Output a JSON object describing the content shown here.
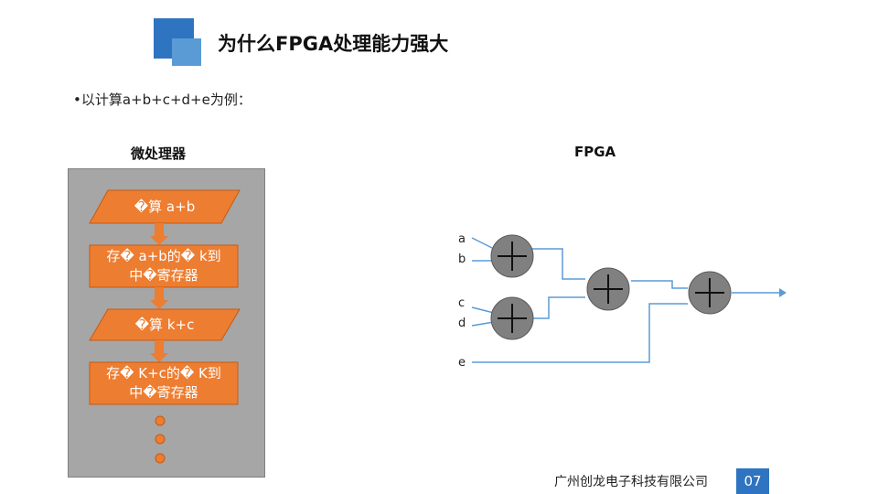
{
  "header": {
    "title": "为什么FPGA处理能力强大"
  },
  "intro": {
    "bullet_text": "•以计算a+b+c+d+e为例："
  },
  "microprocessor": {
    "title": "微处理器",
    "steps": [
      {
        "type": "parallelogram",
        "lines": [
          "�算 a+b"
        ]
      },
      {
        "type": "rect",
        "lines": [
          "存� a+b的� k到",
          "中�寄存器"
        ]
      },
      {
        "type": "parallelogram",
        "lines": [
          "�算 k+c"
        ]
      },
      {
        "type": "rect",
        "lines": [
          "存� K+c的� K到",
          "中�寄存器"
        ]
      }
    ],
    "continuation_dots": 3
  },
  "fpga": {
    "title": "FPGA",
    "inputs": [
      "a",
      "b",
      "c",
      "d",
      "e"
    ],
    "adder_symbol": "+"
  },
  "footer": {
    "company": "广州创龙电子科技有限公司",
    "page_number": "07"
  },
  "colors": {
    "accent_blue": "#2f74c0",
    "light_blue": "#5b9bd5",
    "orange": "#ed7d31",
    "panel_gray": "#a6a6a6",
    "adder_gray": "#808080",
    "wire_blue": "#5b9bd5"
  }
}
